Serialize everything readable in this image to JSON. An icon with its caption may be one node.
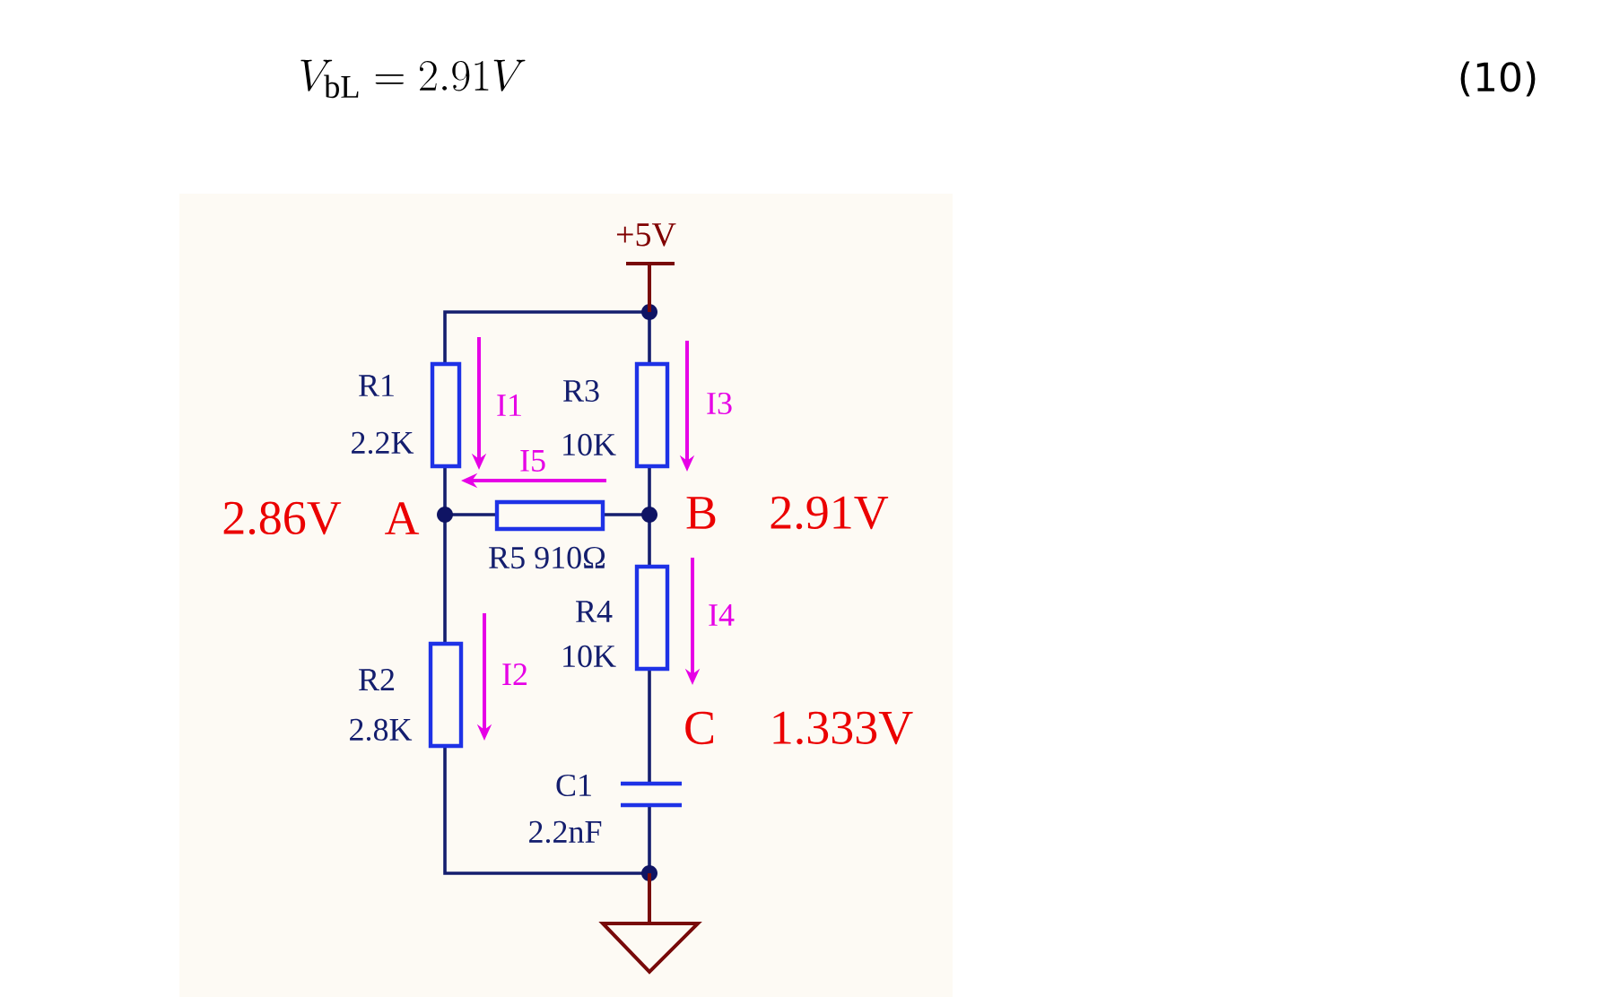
{
  "diagram": {
    "labels": [
      "V_{\\mathrm{bL}} = 2.91V",
      "(10)",
      "+5V",
      "R1",
      "2.2K",
      "I1",
      "R3",
      "10K",
      "I3",
      "I5",
      "2.86V",
      "A",
      "B",
      "2.91V",
      "R5 910Ω",
      "R4",
      "10K",
      "I4",
      "R2",
      "2.8K",
      "I2",
      "C",
      "1.333V",
      "C1",
      "2.2nF"
    ]
  }
}
